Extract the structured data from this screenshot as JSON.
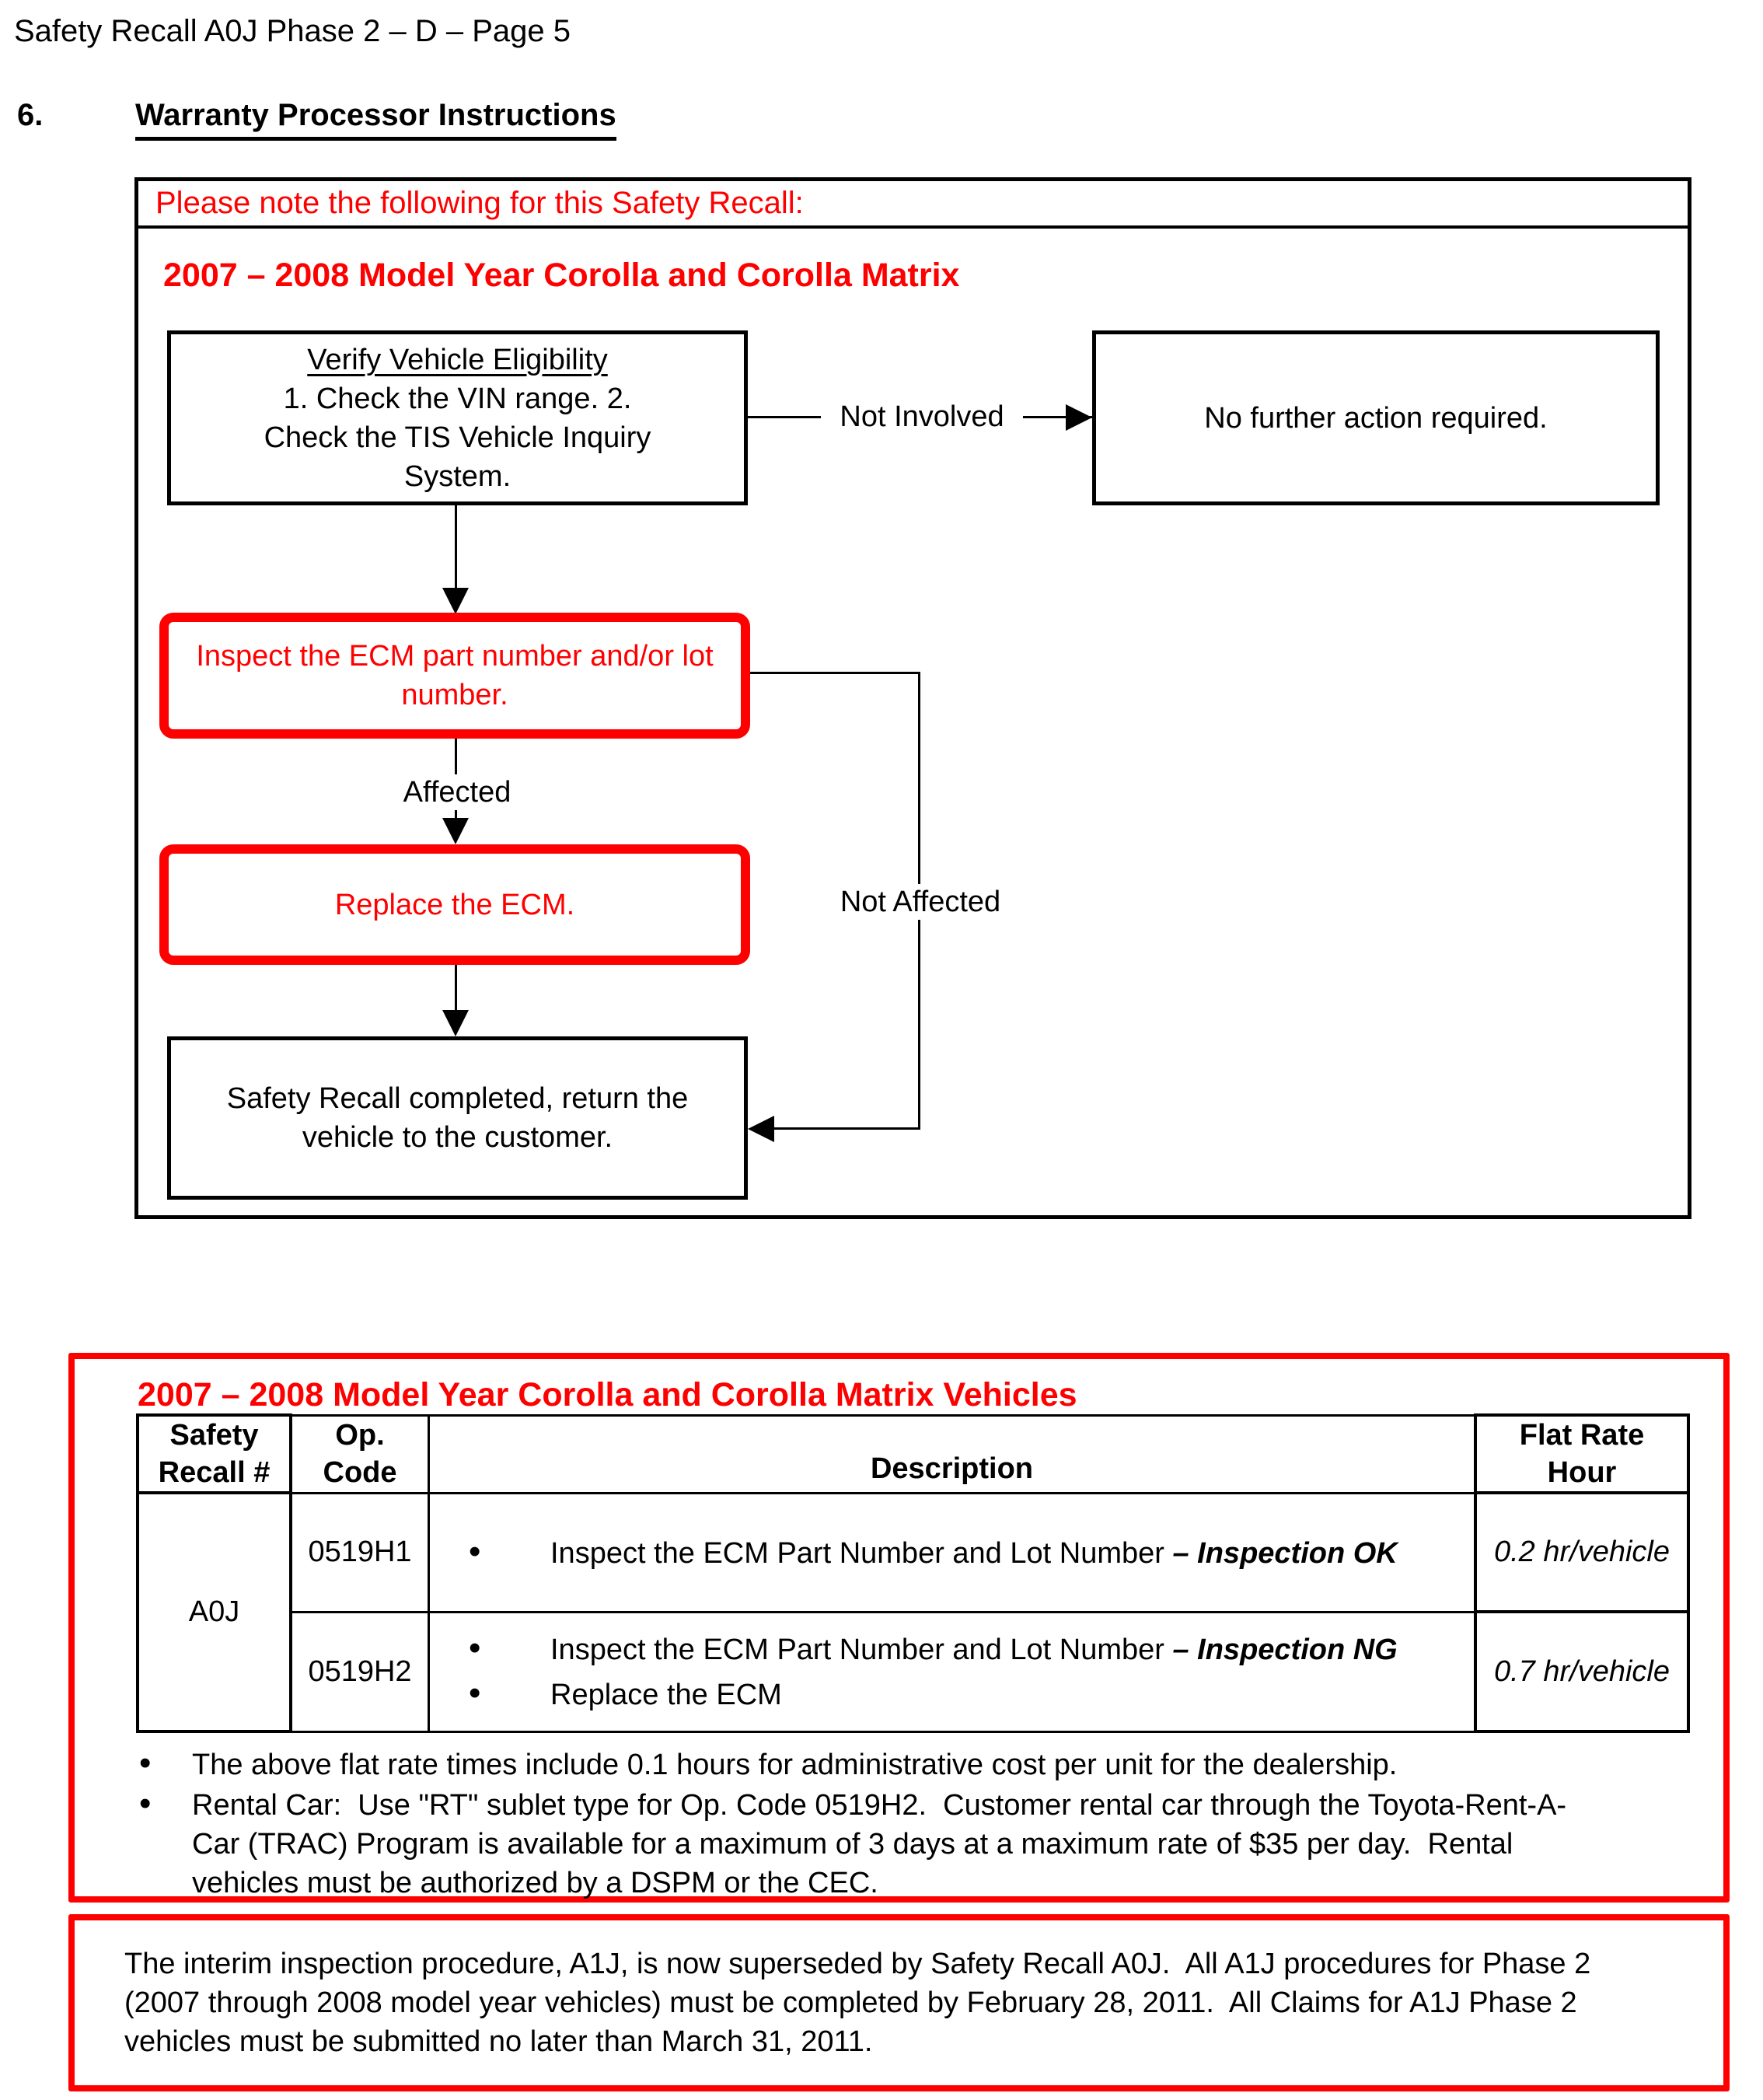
{
  "page": {
    "header": "Safety Recall A0J Phase 2 – D – Page 5",
    "section_number": "6.",
    "section_title": "Warranty Processor Instructions"
  },
  "flowchart": {
    "note": "Please note the following for this Safety Recall:",
    "title": "2007 – 2008 Model Year Corolla and Corolla Matrix",
    "verify_box": {
      "title": "Verify Vehicle Eligibility",
      "steps": [
        "1. Check the VIN range.",
        "2. Check the TIS Vehicle Inquiry System."
      ]
    },
    "no_action_box": "No further action required.",
    "inspect_box": "Inspect the ECM part number and/or lot number.",
    "replace_box": "Replace the ECM.",
    "completed_box": "Safety Recall completed, return the vehicle to the customer.",
    "labels": {
      "not_involved": "Not Involved",
      "affected": "Affected",
      "not_affected": "Not Affected"
    }
  },
  "warranty_section": {
    "title": "2007 – 2008 Model Year Corolla and Corolla Matrix Vehicles",
    "bullet": "•",
    "table": {
      "headers": {
        "recall": [
          "Safety",
          "Recall #"
        ],
        "op_code": [
          "Op.",
          "Code"
        ],
        "description": "Description",
        "flat_rate": [
          "Flat Rate",
          "Hour"
        ]
      },
      "recall_id": "A0J",
      "rows": [
        {
          "op_code": "0519H1",
          "items": [
            {
              "text": "Inspect the ECM Part Number and Lot Number ",
              "emphasis": "– Inspection OK"
            }
          ],
          "flat_rate": "0.2 hr/vehicle"
        },
        {
          "op_code": "0519H2",
          "items": [
            {
              "text": "Inspect the ECM Part Number and Lot Number ",
              "emphasis": "– Inspection NG"
            },
            {
              "text": "Replace the ECM",
              "emphasis": ""
            }
          ],
          "flat_rate": "0.7 hr/vehicle"
        }
      ]
    },
    "notes": [
      "The above flat rate times include 0.1 hours for administrative cost per unit for the dealership.",
      "Rental Car:  Use \"RT\" sublet type for Op. Code 0519H2.  Customer rental car through the Toyota-Rent-A-Car (TRAC) Program is available for a maximum of 3 days at a maximum rate of $35 per day.  Rental vehicles must be authorized by a DSPM or the CEC."
    ]
  },
  "interim_notice": "The interim inspection procedure, A1J, is now superseded by Safety Recall A0J.  All A1J procedures for Phase 2 (2007 through 2008 model year vehicles) must be completed by February 28, 2011.  All Claims for A1J Phase 2 vehicles must be submitted no later than March 31, 2011.",
  "colors": {
    "accent_red": "#fe0000",
    "text_black": "#000000"
  }
}
